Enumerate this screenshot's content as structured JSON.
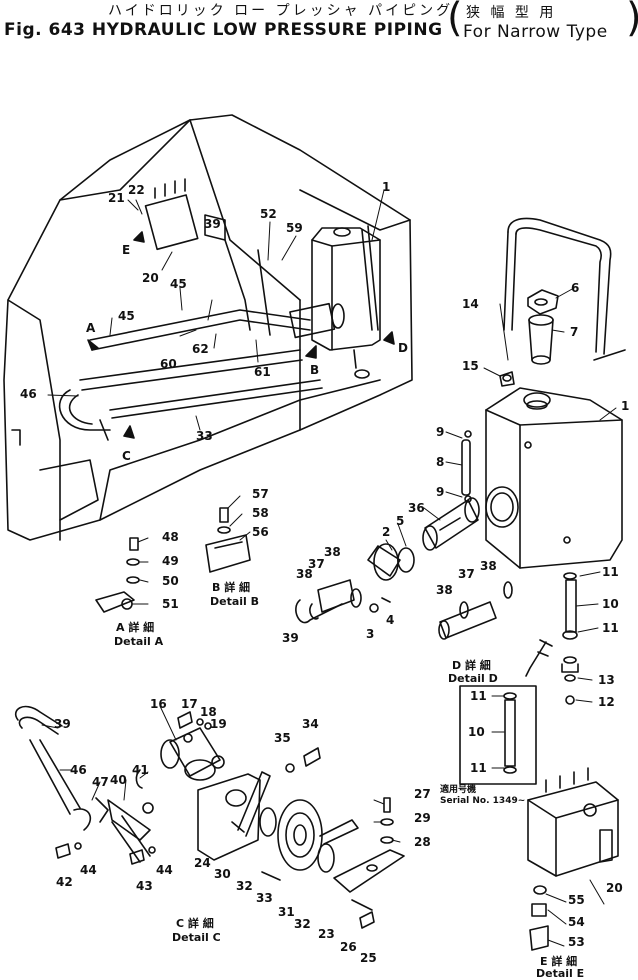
{
  "header": {
    "japanese_title": "ハイドロリック ロー プレッシャ パイピング",
    "japanese_variant": "狭 幅 型 用",
    "fig_title": "Fig. 643 HYDRAULIC LOW PRESSURE PIPING",
    "variant": "For Narrow Type"
  },
  "labels": {
    "n1a": "1",
    "n1b": "1",
    "n2": "2",
    "n3": "3",
    "n4": "4",
    "n5": "5",
    "n6": "6",
    "n7": "7",
    "n8": "8",
    "n9a": "9",
    "n9b": "9",
    "n10": "10",
    "n11a": "11",
    "n11b": "11",
    "n12": "12",
    "n13": "13",
    "n14": "14",
    "n15": "15",
    "n16": "16",
    "n17": "17",
    "n18": "18",
    "n19": "19",
    "n20a": "20",
    "n20b": "20",
    "n21": "21",
    "n22": "22",
    "n23": "23",
    "n24": "24",
    "n25": "25",
    "n26": "26",
    "n27": "27",
    "n28": "28",
    "n29": "29",
    "n30": "30",
    "n31": "31",
    "n32a": "32",
    "n32b": "32",
    "n33a": "33",
    "n33b": "33",
    "n34": "34",
    "n35": "35",
    "n36": "36",
    "n37a": "37",
    "n37b": "37",
    "n38a": "38",
    "n38b": "38",
    "n38c": "38",
    "n38d": "38",
    "n39a": "39",
    "n39b": "39",
    "n39c": "39",
    "n40": "40",
    "n41": "41",
    "n42": "42",
    "n43": "43",
    "n44a": "44",
    "n44b": "44",
    "n45a": "45",
    "n45b": "45",
    "n46a": "46",
    "n46b": "46",
    "n47": "47",
    "n48": "48",
    "n49": "49",
    "n50": "50",
    "n51": "51",
    "n52": "52",
    "n53": "53",
    "n54": "54",
    "n55": "55",
    "n56": "56",
    "n57": "57",
    "n58": "58",
    "n59": "59",
    "n60": "60",
    "n61": "61",
    "n62": "62",
    "dl11a": "11",
    "dl10": "10",
    "dl11b": "11",
    "arrA": "A",
    "arrB": "B",
    "arrC": "C",
    "arrD": "D",
    "arrE": "E"
  },
  "details": {
    "a_jp": "A 詳 細",
    "a_en": "Detail A",
    "b_jp": "B 詳 細",
    "b_en": "Detail B",
    "c_jp": "C 詳 細",
    "c_en": "Detail C",
    "d_jp": "D 詳 細",
    "d_en": "Detail D",
    "e_jp": "E 詳 細",
    "e_en": "Detail E",
    "serial_jp": "適用号機",
    "serial_en": "Serial No. 1349~"
  },
  "colors": {
    "ink": "#111111",
    "paper": "#ffffff"
  }
}
